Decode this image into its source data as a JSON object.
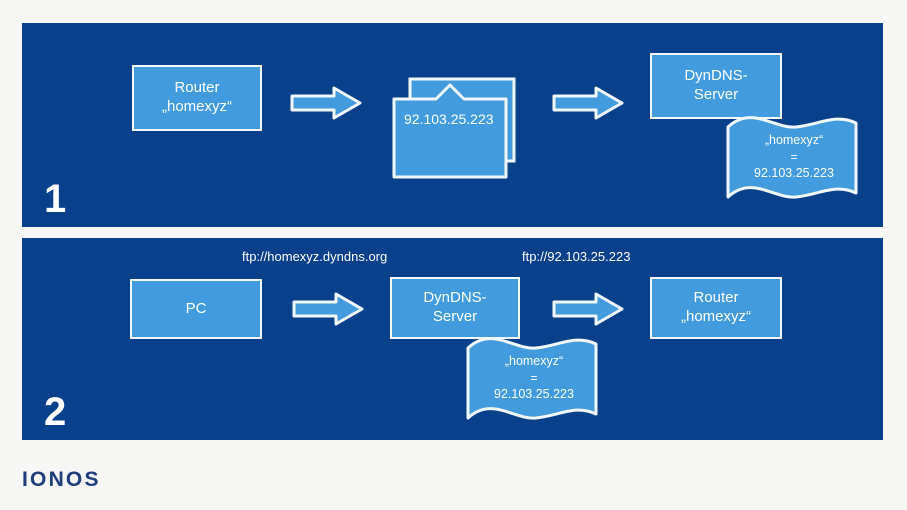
{
  "theme": {
    "page_background": "#f7f7f6",
    "panel_background": "#08408b",
    "box_fill": "#419bdc",
    "box_border": "#f2f7fb",
    "text_on_blue": "#ffffff",
    "logo_color": "#1f3d7a"
  },
  "brand": {
    "logo_text": "IONOS"
  },
  "panels": [
    {
      "step_number": "1",
      "nodes": {
        "router": {
          "line1": "Router",
          "line2": "„homexyz“"
        },
        "document": {
          "ip_label": "92.103.25.223"
        },
        "dyndns_server": {
          "line1": "DynDNS-",
          "line2": "Server"
        },
        "flag": {
          "line1": "„homexyz“",
          "line2": "=",
          "line3": "92.103.25.223"
        }
      },
      "arrows": [
        {
          "name": "arrow-router-to-document",
          "direction": "right"
        },
        {
          "name": "arrow-document-to-dyndns",
          "direction": "right"
        }
      ],
      "captions": []
    },
    {
      "step_number": "2",
      "nodes": {
        "pc": {
          "line1": "PC"
        },
        "dyndns_server": {
          "line1": "DynDNS-",
          "line2": "Server"
        },
        "router": {
          "line1": "Router",
          "line2": "„homexyz“"
        },
        "flag": {
          "line1": "„homexyz“",
          "line2": "=",
          "line3": "92.103.25.223"
        }
      },
      "arrows": [
        {
          "name": "arrow-pc-to-dyndns",
          "direction": "right"
        },
        {
          "name": "arrow-dyndns-to-router",
          "direction": "right"
        }
      ],
      "captions": [
        {
          "name": "caption-ftp-hostname",
          "text": "ftp://homexyz.dyndns.org"
        },
        {
          "name": "caption-ftp-ip",
          "text": "ftp://92.103.25.223"
        }
      ]
    }
  ]
}
